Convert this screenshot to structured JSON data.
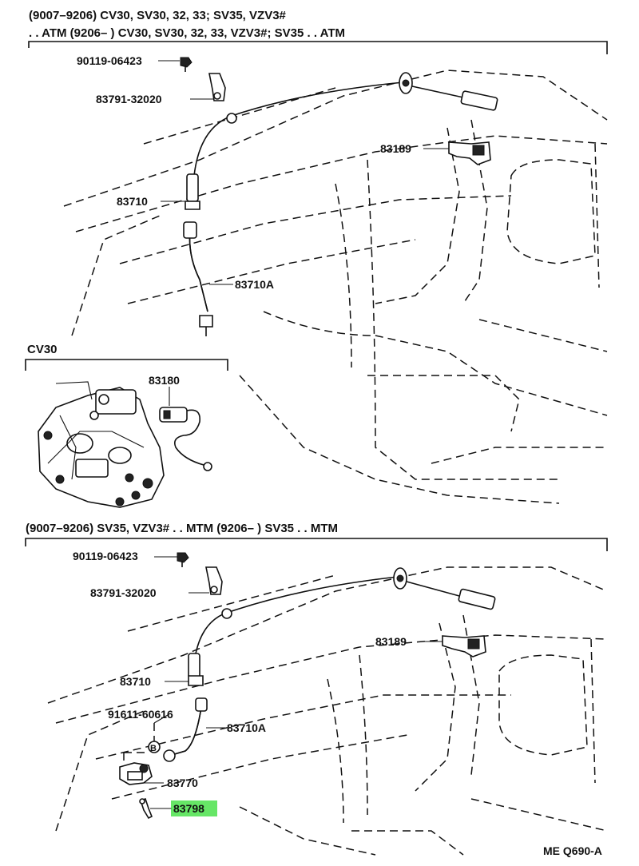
{
  "sections": {
    "top": {
      "header_line1": "(9007–9206) CV30, SV30, 32, 33; SV35, VZV3#",
      "header_line2": ". . ATM (9206–          ) CV30, SV30, 32, 33, VZV3#; SV35 . . ATM"
    },
    "cv30": {
      "title": "CV30"
    },
    "bottom": {
      "header": "(9007–9206) SV35, VZV3# . . MTM (9206–          ) SV35 . . MTM"
    }
  },
  "callouts": {
    "top": {
      "bolt": "90119-06423",
      "clamp": "83791-32020",
      "driven_gear": "83189",
      "cable": "83710",
      "cable_a": "83710A"
    },
    "cv30": {
      "sensor": "83180"
    },
    "bottom": {
      "bolt": "90119-06423",
      "clamp": "83791-32020",
      "driven_gear": "83189",
      "cable": "83710",
      "bolt2": "91611-60616",
      "ref_mark": "B",
      "joint": "83770",
      "highlighted_part": "83798",
      "cable_a": "83710A"
    }
  },
  "footer": {
    "code": "ME Q690-A"
  },
  "colors": {
    "highlight": "#33dd33",
    "ink": "#111111"
  }
}
